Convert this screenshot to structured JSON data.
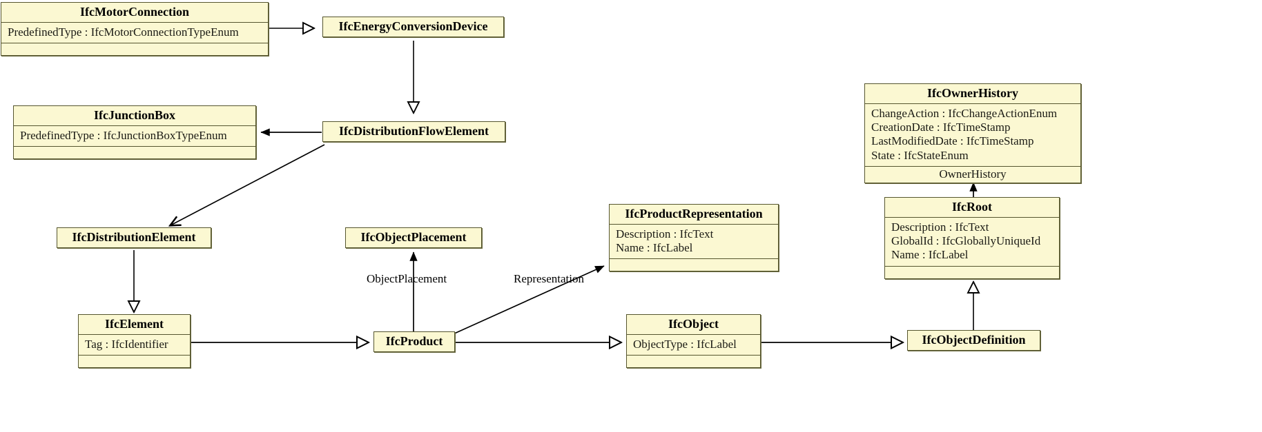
{
  "diagram": {
    "title": "IFC Distribution / Product Inheritance Diagram",
    "background_color": "#ffffff",
    "box_fill_color": "#fbf8d2",
    "box_border_color": "#55552e",
    "line_color": "#000000"
  },
  "classes": [
    {
      "id": "ifc-motor-connection",
      "name": "IfcMotorConnection",
      "attributes": [
        "PredefinedType : IfcMotorConnectionTypeEnum"
      ],
      "has_empty_compartment": true
    },
    {
      "id": "ifc-energy-conversion-device",
      "name": "IfcEnergyConversionDevice",
      "attributes": [],
      "has_empty_compartment": false
    },
    {
      "id": "ifc-junction-box",
      "name": "IfcJunctionBox",
      "attributes": [
        "PredefinedType : IfcJunctionBoxTypeEnum"
      ],
      "has_empty_compartment": true
    },
    {
      "id": "ifc-distribution-flow-element",
      "name": "IfcDistributionFlowElement",
      "attributes": [],
      "has_empty_compartment": false
    },
    {
      "id": "ifc-owner-history",
      "name": "IfcOwnerHistory",
      "attributes": [
        "ChangeAction : IfcChangeActionEnum",
        "CreationDate : IfcTimeStamp",
        "LastModifiedDate : IfcTimeStamp",
        "State : IfcStateEnum"
      ],
      "role_compartment": "OwnerHistory",
      "has_empty_compartment": false
    },
    {
      "id": "ifc-distribution-element",
      "name": "IfcDistributionElement",
      "attributes": [],
      "has_empty_compartment": false
    },
    {
      "id": "ifc-object-placement",
      "name": "IfcObjectPlacement",
      "attributes": [],
      "has_empty_compartment": false
    },
    {
      "id": "ifc-product-representation",
      "name": "IfcProductRepresentation",
      "attributes": [
        "Description : IfcText",
        "Name : IfcLabel"
      ],
      "has_empty_compartment": true
    },
    {
      "id": "ifc-root",
      "name": "IfcRoot",
      "attributes": [
        "Description : IfcText",
        "GlobalId : IfcGloballyUniqueId",
        "Name : IfcLabel"
      ],
      "has_empty_compartment": true
    },
    {
      "id": "ifc-element",
      "name": "IfcElement",
      "attributes": [
        "Tag : IfcIdentifier"
      ],
      "has_empty_compartment": true
    },
    {
      "id": "ifc-product",
      "name": "IfcProduct",
      "attributes": [],
      "has_empty_compartment": false
    },
    {
      "id": "ifc-object",
      "name": "IfcObject",
      "attributes": [
        "ObjectType : IfcLabel"
      ],
      "has_empty_compartment": true
    },
    {
      "id": "ifc-object-definition",
      "name": "IfcObjectDefinition",
      "attributes": [],
      "has_empty_compartment": false
    }
  ],
  "edge_labels": [
    {
      "id": "label-object-placement",
      "text": "ObjectPlacement"
    },
    {
      "id": "label-representation",
      "text": "Representation"
    }
  ],
  "relationships": [
    {
      "from": "IfcMotorConnection",
      "to": "IfcEnergyConversionDevice",
      "type": "generalization"
    },
    {
      "from": "IfcEnergyConversionDevice",
      "to": "IfcDistributionFlowElement",
      "type": "generalization"
    },
    {
      "from": "IfcDistributionFlowElement",
      "to": "IfcJunctionBox",
      "type": "association"
    },
    {
      "from": "IfcDistributionFlowElement",
      "to": "IfcDistributionElement",
      "type": "association"
    },
    {
      "from": "IfcDistributionElement",
      "to": "IfcElement",
      "type": "generalization"
    },
    {
      "from": "IfcElement",
      "to": "IfcProduct",
      "type": "generalization"
    },
    {
      "from": "IfcProduct",
      "to": "IfcObjectPlacement",
      "type": "association",
      "label": "ObjectPlacement"
    },
    {
      "from": "IfcProduct",
      "to": "IfcProductRepresentation",
      "type": "association",
      "label": "Representation"
    },
    {
      "from": "IfcProduct",
      "to": "IfcObject",
      "type": "generalization"
    },
    {
      "from": "IfcObject",
      "to": "IfcObjectDefinition",
      "type": "generalization"
    },
    {
      "from": "IfcObjectDefinition",
      "to": "IfcRoot",
      "type": "generalization"
    },
    {
      "from": "IfcRoot",
      "to": "IfcOwnerHistory",
      "type": "association",
      "label": "OwnerHistory"
    }
  ]
}
